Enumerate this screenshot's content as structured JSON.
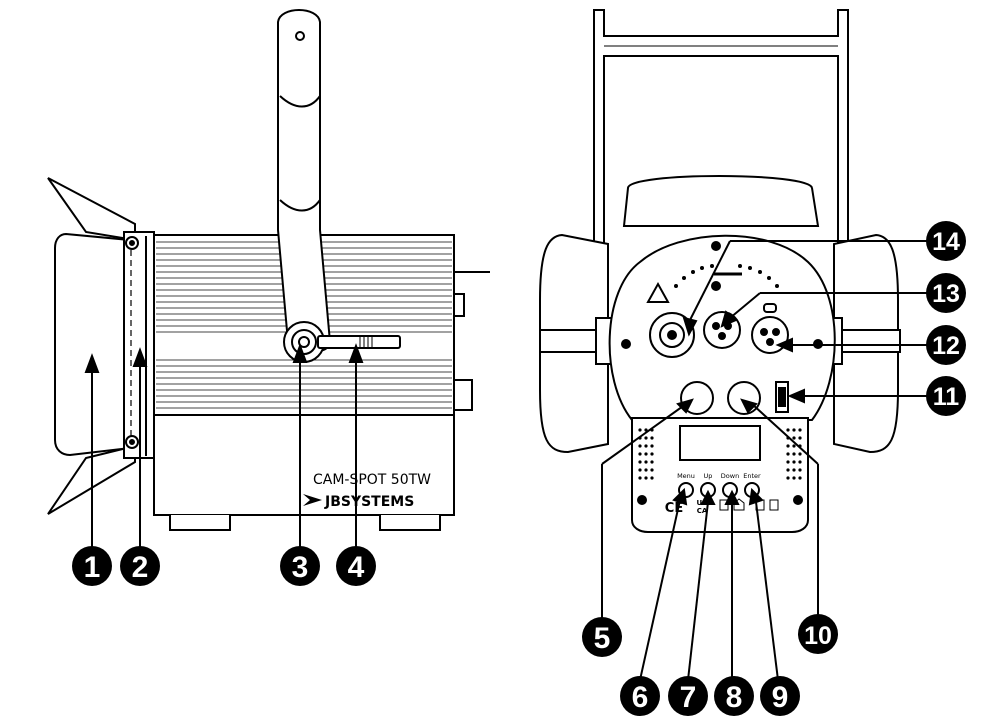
{
  "product": {
    "model": "CAM-SPOT 50TW",
    "brand": "JBSYSTEMS"
  },
  "panel": {
    "buttons": {
      "menu": "Menu",
      "up": "Up",
      "down": "Down",
      "enter": "Enter"
    },
    "marks": {
      "ce": "CE",
      "ukca_top": "UK",
      "ukca_bottom": "CA"
    }
  },
  "callouts": {
    "c1": "1",
    "c2": "2",
    "c3": "3",
    "c4": "4",
    "c5": "5",
    "c6": "6",
    "c7": "7",
    "c8": "8",
    "c9": "9",
    "c10": "10",
    "c11": "11",
    "c12": "12",
    "c13": "13",
    "c14": "14"
  }
}
